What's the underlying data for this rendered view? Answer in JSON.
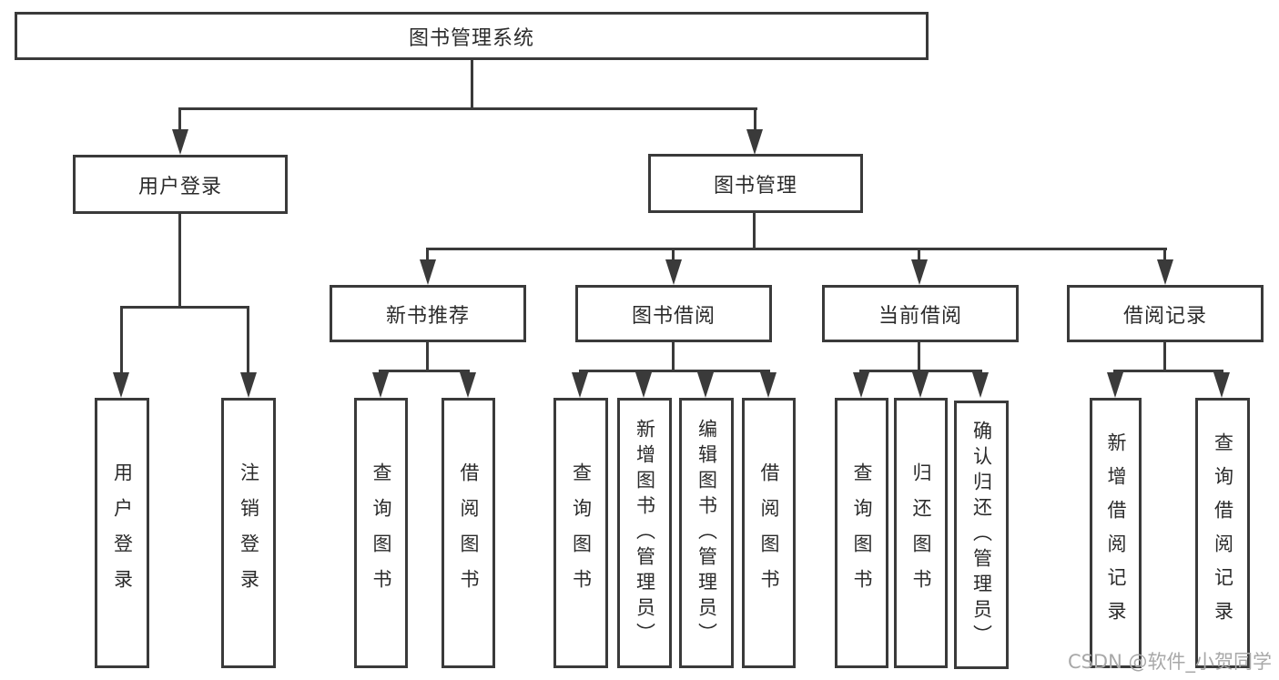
{
  "watermark": "CSDN @软件_小贺同学",
  "colors": {
    "line": "#3a3a3a",
    "text": "#2b2b2b",
    "watermark": "#a8a8a8",
    "background": "#ffffff"
  },
  "tree": {
    "root": {
      "label": "图书管理系统"
    },
    "branches": [
      {
        "label": "用户登录",
        "leaves": [
          {
            "label": "用户登录"
          },
          {
            "label": "注销登录"
          }
        ]
      },
      {
        "label": "图书管理",
        "groups": [
          {
            "label": "新书推荐",
            "leaves": [
              {
                "label": "查询图书"
              },
              {
                "label": "借阅图书"
              }
            ]
          },
          {
            "label": "图书借阅",
            "leaves": [
              {
                "label": "查询图书"
              },
              {
                "label": "新增图书（管理员）"
              },
              {
                "label": "编辑图书（管理员）"
              },
              {
                "label": "借阅图书"
              }
            ]
          },
          {
            "label": "当前借阅",
            "leaves": [
              {
                "label": "查询图书"
              },
              {
                "label": "归还图书"
              },
              {
                "label": "确认归还（管理员）"
              }
            ]
          },
          {
            "label": "借阅记录",
            "leaves": [
              {
                "label": "新增借阅记录"
              },
              {
                "label": "查询借阅记录"
              }
            ]
          }
        ]
      }
    ]
  }
}
